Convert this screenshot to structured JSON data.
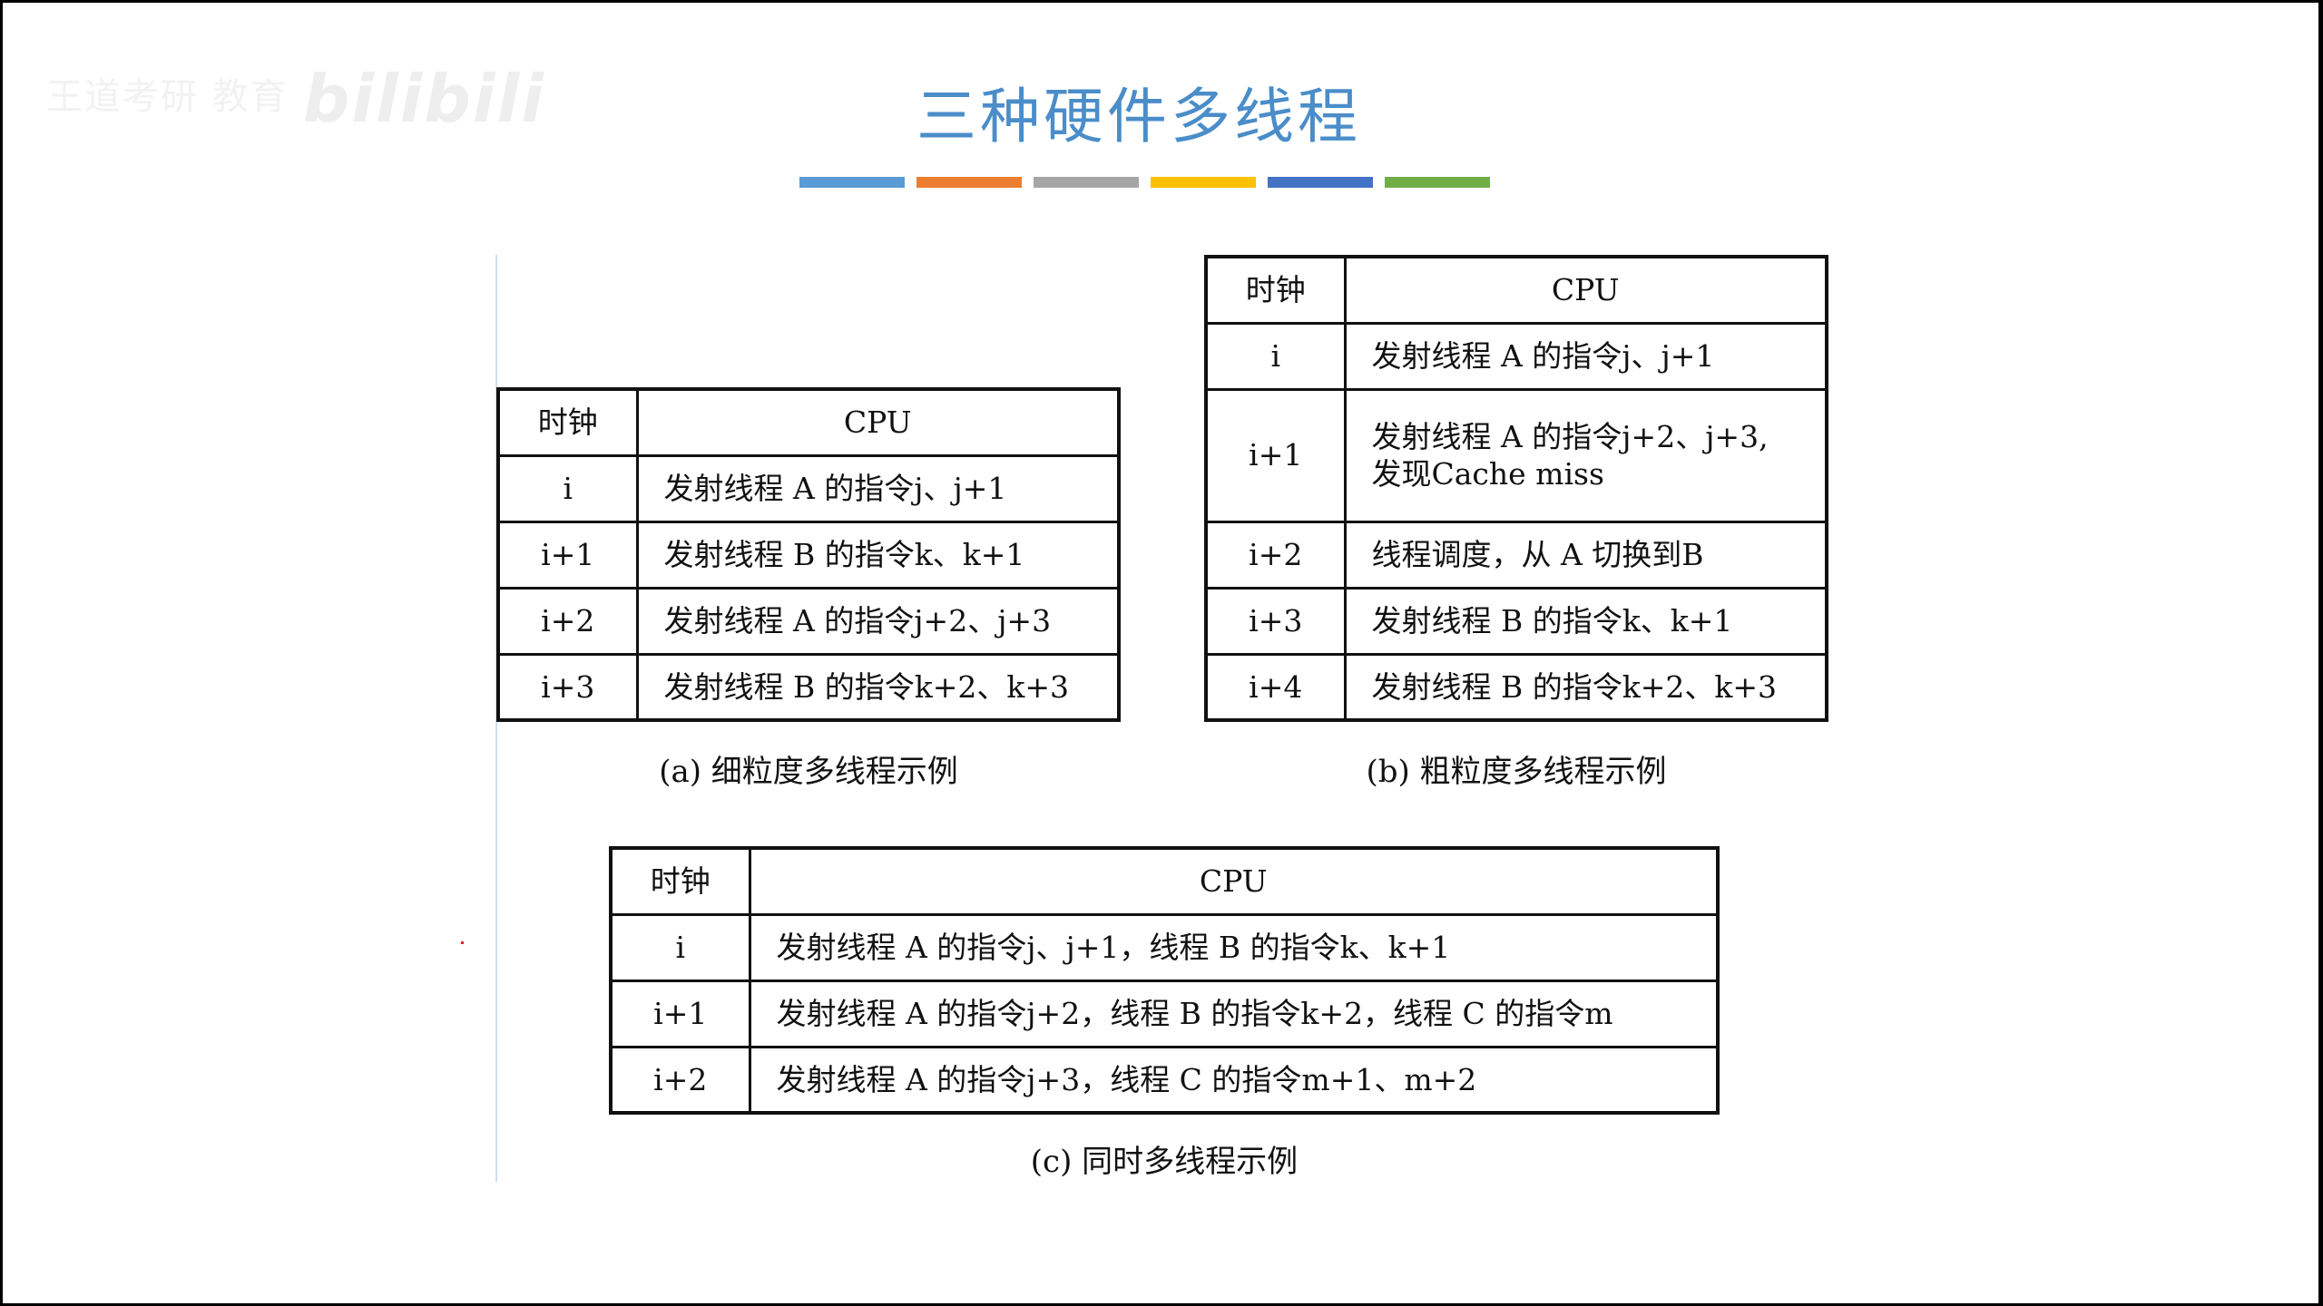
{
  "watermark": {
    "text": "王道考研 教育",
    "logo": "bilibili"
  },
  "slide": {
    "title": "三种硬件多线程",
    "bar_colors": [
      "#5b9bd5",
      "#ed7d31",
      "#a5a5a5",
      "#ffc000",
      "#4472c4",
      "#70ad47"
    ]
  },
  "table_a": {
    "headers": [
      "时钟",
      "CPU"
    ],
    "rows": [
      {
        "clock": "i",
        "cpu": "发射线程 A 的指令j、j+1"
      },
      {
        "clock": "i+1",
        "cpu": "发射线程 B 的指令k、k+1"
      },
      {
        "clock": "i+2",
        "cpu": "发射线程 A 的指令j+2、j+3"
      },
      {
        "clock": "i+3",
        "cpu": "发射线程 B 的指令k+2、k+3"
      }
    ],
    "caption": "(a) 细粒度多线程示例"
  },
  "table_b": {
    "headers": [
      "时钟",
      "CPU"
    ],
    "rows": [
      {
        "clock": "i",
        "cpu": "发射线程 A 的指令j、j+1"
      },
      {
        "clock": "i+1",
        "cpu_line1": "发射线程 A 的指令j+2、j+3,",
        "cpu_line2": "发现Cache miss"
      },
      {
        "clock": "i+2",
        "cpu": "线程调度，从 A 切换到B"
      },
      {
        "clock": "i+3",
        "cpu": "发射线程 B 的指令k、k+1"
      },
      {
        "clock": "i+4",
        "cpu": "发射线程 B 的指令k+2、k+3"
      }
    ],
    "caption": "(b) 粗粒度多线程示例"
  },
  "table_c": {
    "headers": [
      "时钟",
      "CPU"
    ],
    "rows": [
      {
        "clock": "i",
        "cpu": "发射线程 A 的指令j、j+1，线程 B 的指令k、k+1"
      },
      {
        "clock": "i+1",
        "cpu": "发射线程 A 的指令j+2，线程 B 的指令k+2，线程 C 的指令m"
      },
      {
        "clock": "i+2",
        "cpu": "发射线程 A 的指令j+3，线程 C 的指令m+1、m+2"
      }
    ],
    "caption": "(c) 同时多线程示例"
  }
}
